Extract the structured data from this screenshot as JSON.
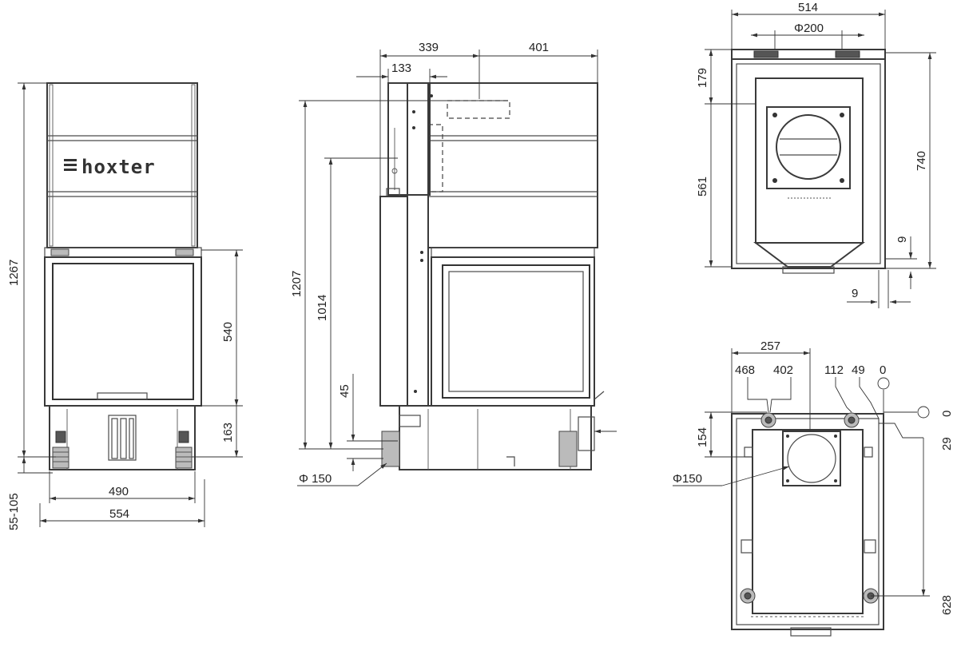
{
  "brand": "hoxter",
  "front_view": {
    "overall_height": "1267",
    "glass_height": "540",
    "base_height": "163",
    "inner_width": "490",
    "outer_width": "554",
    "feet_range": "55-105"
  },
  "side_view": {
    "width_left": "339",
    "width_right": "401",
    "offset_133": "133",
    "height_1207": "1207",
    "height_1014": "1014",
    "height_45": "45",
    "flue_diameter": "Φ 150"
  },
  "top_view": {
    "width": "514",
    "outlet_diameter": "Φ200",
    "dim_179": "179",
    "dim_561": "561",
    "dim_740": "740",
    "dim_9_vert": "9",
    "dim_9_horiz": "9"
  },
  "bottom_view": {
    "dim_257": "257",
    "dim_468": "468",
    "dim_402": "402",
    "dim_112": "112",
    "dim_49": "49",
    "zero_top": "0",
    "zero_right": "0",
    "dim_154": "154",
    "dim_29": "29",
    "dim_628": "628",
    "inlet_diameter": "Φ150"
  }
}
